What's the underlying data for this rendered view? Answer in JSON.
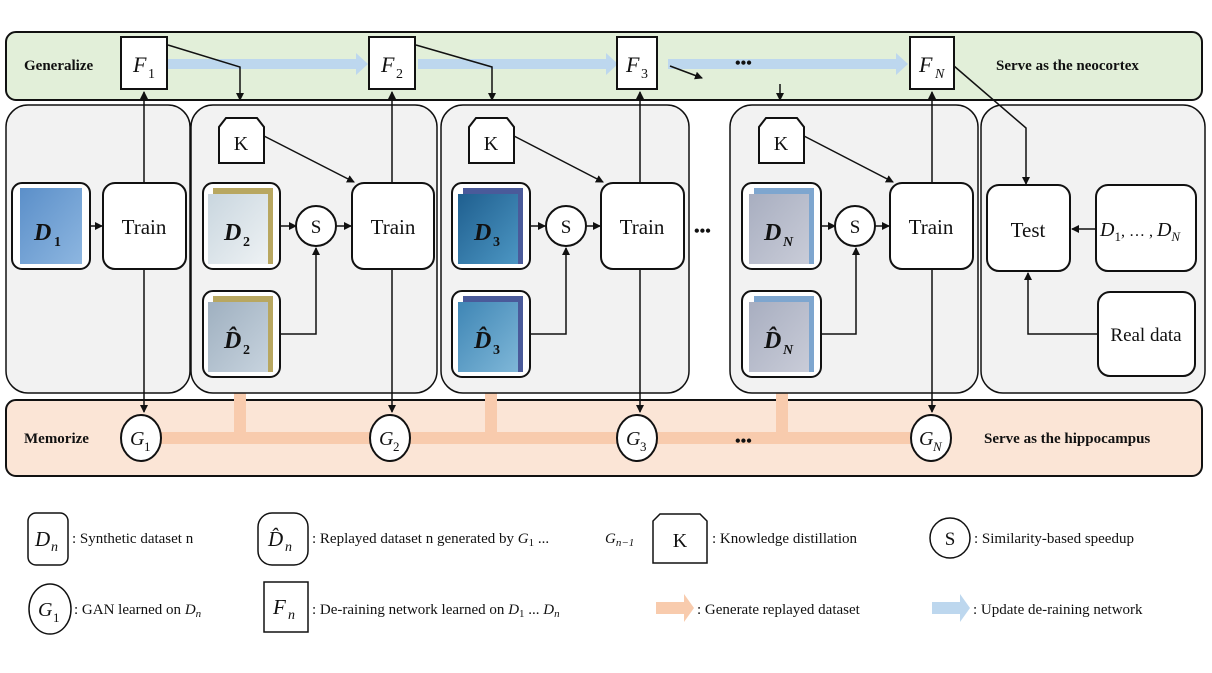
{
  "colors": {
    "generalize_band": "#e2efd9",
    "memorize_band": "#fbe5d6",
    "stage_panel": "#f2f2f2",
    "update_arrow": "#bdd7ee",
    "replay_arrow": "#f8cbad",
    "stroke": "#111111"
  },
  "top_band": {
    "label": "Generalize",
    "right_label": "Serve as the neocortex",
    "networks": [
      {
        "base": "F",
        "sub": "1"
      },
      {
        "base": "F",
        "sub": "2"
      },
      {
        "base": "F",
        "sub": "3"
      },
      {
        "base": "F",
        "sub": "N"
      }
    ],
    "ellipsis": "•••"
  },
  "bottom_band": {
    "label": "Memorize",
    "right_label": "Serve as the hippocampus",
    "gans": [
      {
        "base": "G",
        "sub": "1"
      },
      {
        "base": "G",
        "sub": "2"
      },
      {
        "base": "G",
        "sub": "3"
      },
      {
        "base": "G",
        "sub": "N"
      }
    ],
    "ellipsis": "•••"
  },
  "stages": [
    {
      "dataset": {
        "base": "D",
        "sub": "1"
      },
      "train_label": "Train"
    },
    {
      "dataset": {
        "base": "D",
        "sub": "2"
      },
      "replay": {
        "base": "D̂",
        "sub": "2"
      },
      "kd_label": "K",
      "sim_label": "S",
      "train_label": "Train"
    },
    {
      "dataset": {
        "base": "D",
        "sub": "3"
      },
      "replay": {
        "base": "D̂",
        "sub": "3"
      },
      "kd_label": "K",
      "sim_label": "S",
      "train_label": "Train"
    },
    {
      "dataset": {
        "base": "D",
        "sub": "N"
      },
      "replay": {
        "base": "D̂",
        "sub": "N"
      },
      "kd_label": "K",
      "sim_label": "S",
      "train_label": "Train"
    }
  ],
  "mid_ellipsis": "•••",
  "test_stage": {
    "test_label": "Test",
    "datasets_label": {
      "d1": "D",
      "s1": "1",
      "sep": ", … , ",
      "dn": "D",
      "sn": "N"
    },
    "real_label": "Real data"
  },
  "legend": {
    "dn": {
      "sym_base": "D",
      "sym_sub": "n",
      "text": ": Synthetic dataset n"
    },
    "dhat": {
      "sym_base": "D̂",
      "sym_sub": "n",
      "text": ": Replayed dataset n generated by ",
      "g1": "G",
      "g1s": "1",
      "mid": " ... ",
      "gn": "G",
      "gns": "n−1"
    },
    "k": {
      "sym": "K",
      "text": ": Knowledge distillation"
    },
    "s": {
      "sym": "S",
      "text": ": Similarity-based speedup"
    },
    "g": {
      "sym_base": "G",
      "sym_sub": "1",
      "text": ": GAN learned on ",
      "d": "D",
      "ds": "n"
    },
    "f": {
      "sym_base": "F",
      "sym_sub": "n",
      "text": ": De-raining network learned on ",
      "d1": "D",
      "d1s": "1",
      "mid": " ... ",
      "dn": "D",
      "dns": "n"
    },
    "replay_arrow": {
      "text": ": Generate replayed dataset"
    },
    "update_arrow": {
      "text": ": Update de-raining network"
    }
  }
}
